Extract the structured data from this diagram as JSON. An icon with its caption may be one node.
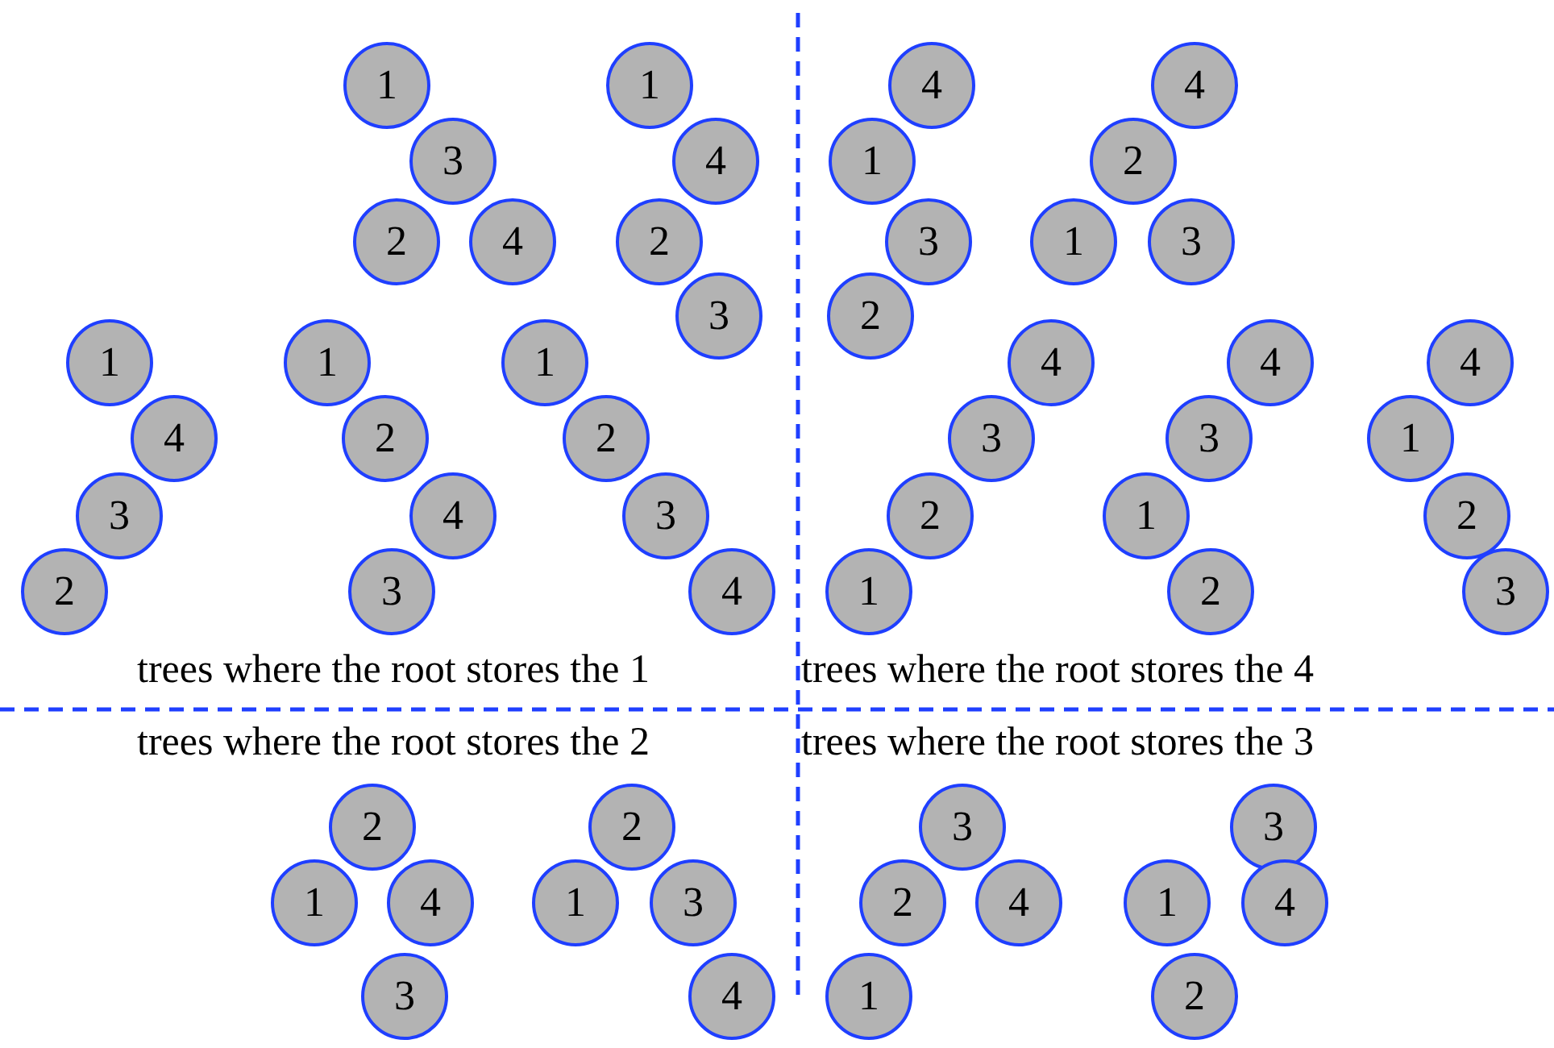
{
  "diagram": {
    "nodes": [
      {
        "text": [
          "1"
        ]
      },
      {
        "text": [
          "3"
        ]
      },
      {
        "text": [
          "2"
        ]
      },
      {
        "text": [
          "4"
        ]
      },
      {
        "text": [
          "1"
        ]
      },
      {
        "text": [
          "4"
        ]
      },
      {
        "text": [
          "2"
        ]
      },
      {
        "text": [
          "3"
        ]
      },
      {
        "text": [
          "4"
        ]
      },
      {
        "text": [
          "1"
        ]
      },
      {
        "text": [
          "3"
        ]
      },
      {
        "text": [
          "2"
        ]
      },
      {
        "text": [
          "4"
        ]
      },
      {
        "text": [
          "2"
        ]
      },
      {
        "text": [
          "1"
        ]
      },
      {
        "text": [
          "3"
        ]
      },
      {
        "text": [
          "1"
        ]
      },
      {
        "text": [
          "4"
        ]
      },
      {
        "text": [
          "3"
        ]
      },
      {
        "text": [
          "2"
        ]
      },
      {
        "text": [
          "1"
        ]
      },
      {
        "text": [
          "2"
        ]
      },
      {
        "text": [
          "4"
        ]
      },
      {
        "text": [
          "3"
        ]
      },
      {
        "text": [
          "1"
        ]
      },
      {
        "text": [
          "2"
        ]
      },
      {
        "text": [
          "3"
        ]
      },
      {
        "text": [
          "4"
        ]
      },
      {
        "text": [
          "4"
        ]
      },
      {
        "text": [
          "3"
        ]
      },
      {
        "text": [
          "2"
        ]
      },
      {
        "text": [
          "1"
        ]
      },
      {
        "text": [
          "4"
        ]
      },
      {
        "text": [
          "3"
        ]
      },
      {
        "text": [
          "1"
        ]
      },
      {
        "text": [
          "2"
        ]
      },
      {
        "text": [
          "4"
        ]
      },
      {
        "text": [
          "1"
        ]
      },
      {
        "text": [
          "2"
        ]
      },
      {
        "text": [
          "3"
        ]
      },
      {
        "text": [
          "2"
        ]
      },
      {
        "text": [
          "1"
        ]
      },
      {
        "text": [
          "4"
        ]
      },
      {
        "text": [
          "3"
        ]
      },
      {
        "text": [
          "2"
        ]
      },
      {
        "text": [
          "1"
        ]
      },
      {
        "text": [
          "3"
        ]
      },
      {
        "text": [
          "4"
        ]
      },
      {
        "text": [
          "3"
        ]
      },
      {
        "text": [
          "2"
        ]
      },
      {
        "text": [
          "4"
        ]
      },
      {
        "text": [
          "1"
        ]
      },
      {
        "text": [
          "3"
        ]
      },
      {
        "text": [
          "1"
        ]
      },
      {
        "text": [
          "4"
        ]
      },
      {
        "text": [
          "2"
        ]
      }
    ],
    "labels": [
      "trees where the root stores the 1",
      "trees where the root stores the 4",
      "trees where the root stores the 2",
      "trees where the root stores the 3"
    ]
  }
}
